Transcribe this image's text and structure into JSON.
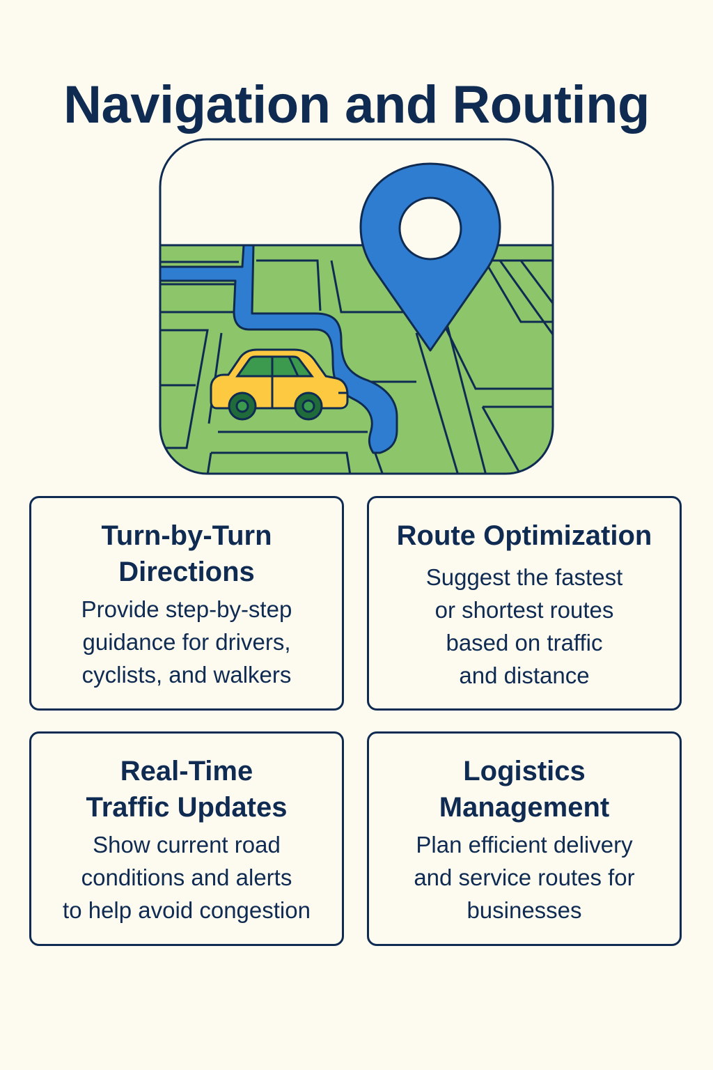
{
  "header": {
    "title": "Navigation and Routing"
  },
  "illustration": {
    "name": "map-with-route",
    "elements": [
      "map-pin-icon",
      "car-icon",
      "route-path",
      "street-grid"
    ],
    "colors": {
      "sky": "#fdfbf0",
      "map_green": "#8cc56a",
      "route_blue": "#2f7dd1",
      "pin_blue": "#2f7dd1",
      "car_yellow": "#fcc940",
      "car_window": "#3b9a4e",
      "wheel": "#1f6b3a",
      "outline": "#0f2b52"
    }
  },
  "cards": [
    {
      "title": "Turn-by-Turn\nDirections",
      "description": "Provide step-by-step\nguidance for drivers,\ncyclists, and walkers"
    },
    {
      "title": "Route Optimization",
      "description": "Suggest the fastest\nor shortest routes\nbased on traffic\nand distance"
    },
    {
      "title": "Real-Time\nTraffic Updates",
      "description": "Show current road\nconditions and alerts\nto help avoid congestion"
    },
    {
      "title": "Logistics\nManagement",
      "description": "Plan efficient delivery\nand service routes for\nbusinesses"
    }
  ],
  "theme": {
    "background": "#fdfbf0",
    "text": "#0f2b52",
    "border": "#0f2b52"
  }
}
